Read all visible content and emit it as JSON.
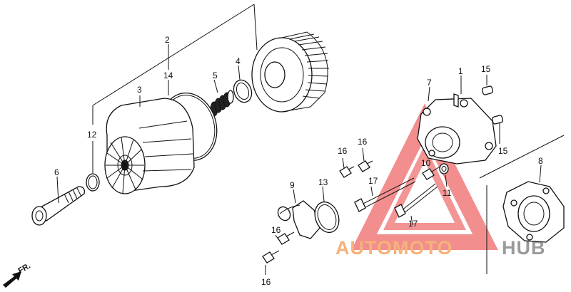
{
  "callouts": [
    {
      "id": "c2",
      "text": "2"
    },
    {
      "id": "c14",
      "text": "14"
    },
    {
      "id": "c3",
      "text": "3"
    },
    {
      "id": "c5",
      "text": "5"
    },
    {
      "id": "c4",
      "text": "4"
    },
    {
      "id": "c12",
      "text": "12"
    },
    {
      "id": "c6",
      "text": "6"
    },
    {
      "id": "c1",
      "text": "1"
    },
    {
      "id": "c15a",
      "text": "15"
    },
    {
      "id": "c7",
      "text": "7"
    },
    {
      "id": "c15b",
      "text": "15"
    },
    {
      "id": "c16a",
      "text": "16"
    },
    {
      "id": "c16b",
      "text": "16"
    },
    {
      "id": "c17a",
      "text": "17"
    },
    {
      "id": "c10",
      "text": "10"
    },
    {
      "id": "c11",
      "text": "11"
    },
    {
      "id": "c8",
      "text": "8"
    },
    {
      "id": "c9",
      "text": "9"
    },
    {
      "id": "c13",
      "text": "13"
    },
    {
      "id": "c17b",
      "text": "17"
    },
    {
      "id": "c16c",
      "text": "16"
    },
    {
      "id": "c16d",
      "text": "16"
    }
  ],
  "direction_label": "FR.",
  "watermark": {
    "part1": "AUTOMOTO",
    "part2": "HUB",
    "color_primary": "#f07a7a",
    "color_text": "#f5b27a",
    "color_hub": "#9a9a9a"
  }
}
